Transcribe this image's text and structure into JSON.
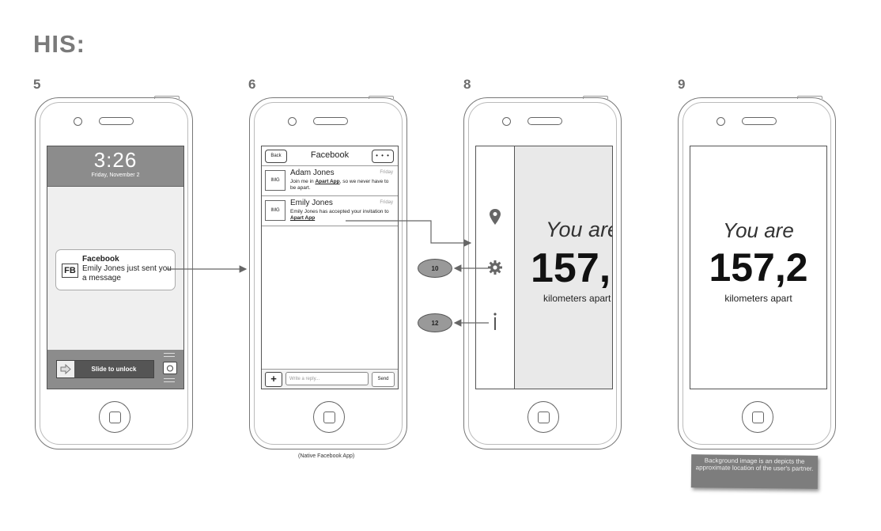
{
  "title": "HIS:",
  "steps": [
    "5",
    "6",
    "8",
    "9"
  ],
  "phone5": {
    "time": "3:26",
    "date": "Friday, November 2",
    "notification": {
      "icon_text": "FB",
      "title": "Facebook",
      "text": "Emily Jones just sent you a message"
    },
    "slider_label": "Slide to unlock"
  },
  "phone6": {
    "back": "Back",
    "title": "Facebook",
    "more": "• • •",
    "messages": [
      {
        "img": "IMG",
        "name": "Adam Jones",
        "day": "Friday",
        "text_before": "Join me in ",
        "link": "Apart App",
        "text_after": ", so we never have to be apart."
      },
      {
        "img": "IMG",
        "name": "Emily Jones",
        "day": "Friday",
        "text_before": "Emily Jones has accepted your invitation to ",
        "link": "Apart App",
        "text_after": ""
      }
    ],
    "reply_plus": "+",
    "reply_placeholder": "Write a reply...",
    "send": "Send",
    "caption": "(Native Facebook App)"
  },
  "phone8": {
    "you_are": "You are",
    "distance": "157,",
    "unit": "kilometers apart",
    "icons": [
      "map-pin-icon",
      "gear-icon",
      "info-icon"
    ]
  },
  "phone9": {
    "you_are": "You are",
    "distance": "157,2",
    "unit": "kilometers apart"
  },
  "bubbles": [
    "10",
    "12"
  ],
  "note": "Background image is an depicts the approximate location of the user's partner."
}
